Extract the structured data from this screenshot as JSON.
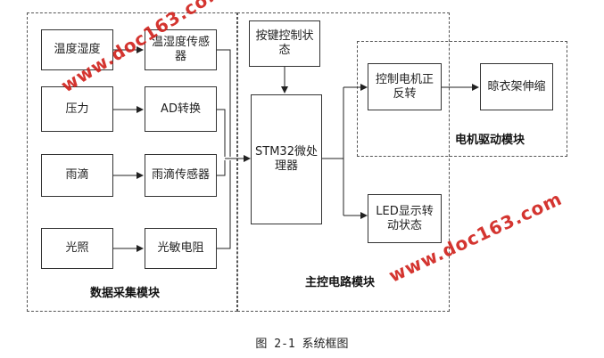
{
  "groups": {
    "acquisition": "数据采集模块",
    "main_control": "主控电路模块",
    "motor_drive": "电机驱动模块"
  },
  "sensors": {
    "temp_humidity": "温度湿度",
    "pressure": "压力",
    "raindrop": "雨滴",
    "light": "光照"
  },
  "converters": {
    "temp_humidity_sensor": "温湿度传感器",
    "ad": "AD转换",
    "rain_sensor": "雨滴传感器",
    "photoresistor": "光敏电阻"
  },
  "main": {
    "key_status": "按键控制状态",
    "mcu": "STM32微处理器",
    "led": "LED显示转动状态"
  },
  "motor": {
    "motor_control": "控制电机正反转",
    "rack": "晾衣架伸缩"
  },
  "caption": "图 2-1 系统框图",
  "watermark": "www.doc163.com"
}
